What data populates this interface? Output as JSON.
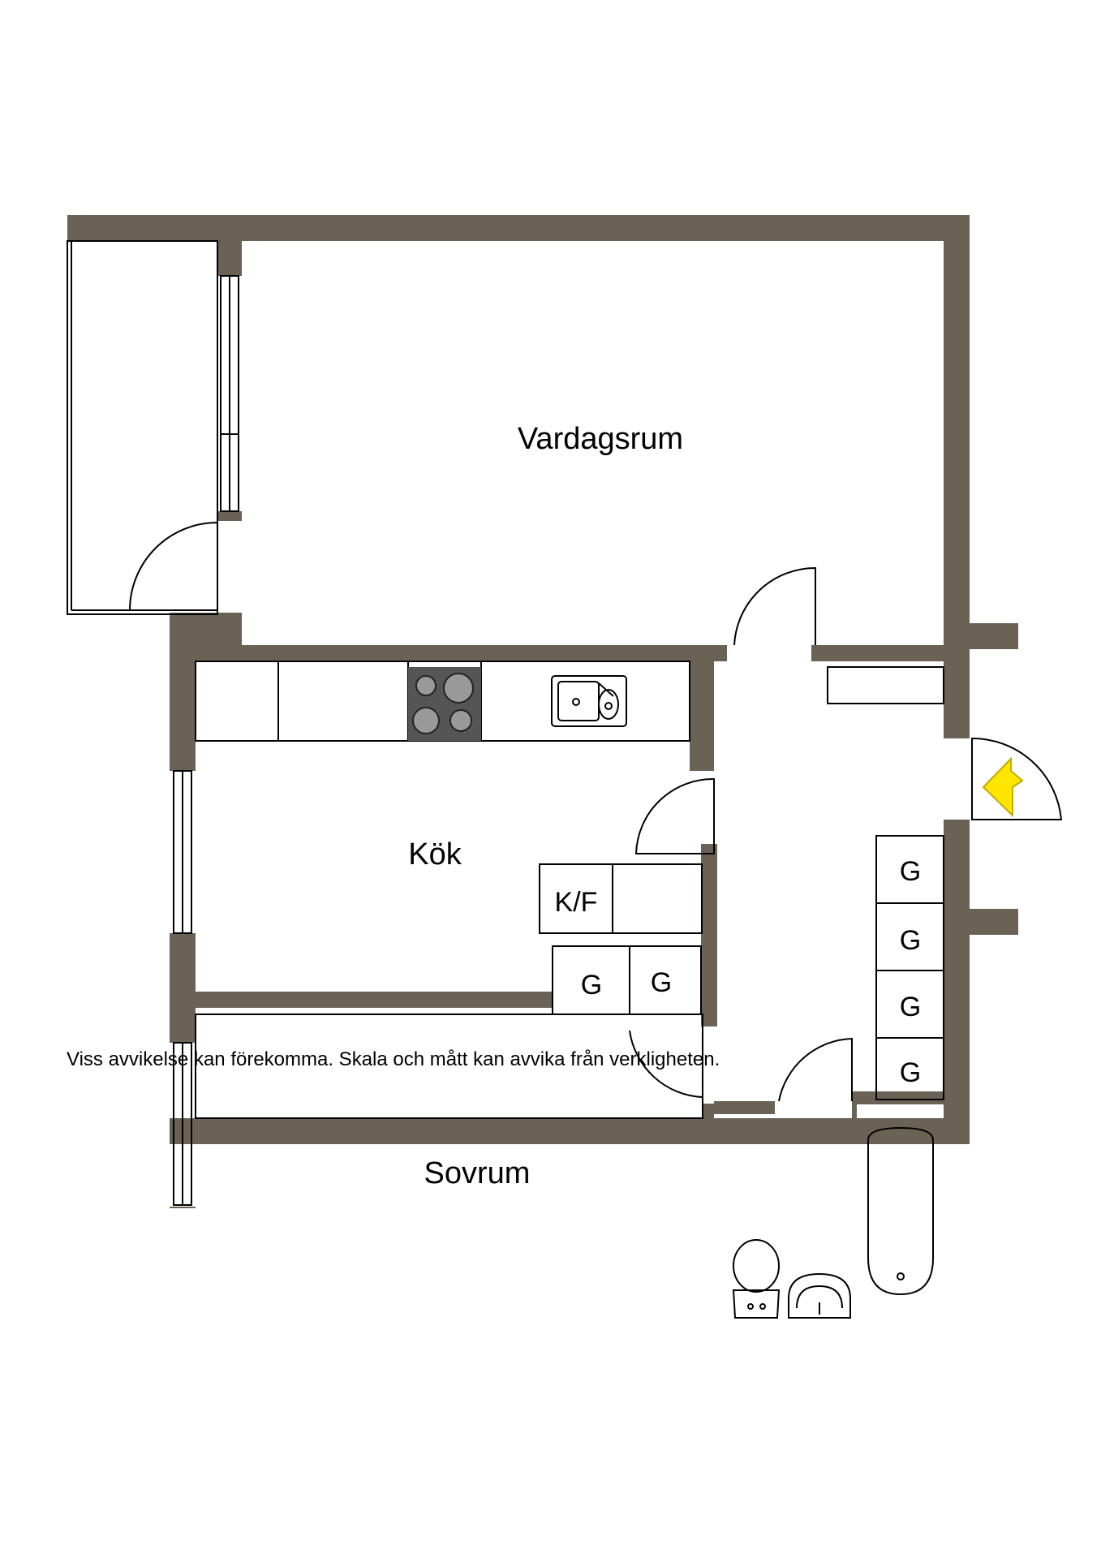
{
  "rooms": {
    "living_room": "Vardagsrum",
    "kitchen": "Kök",
    "bedroom": "Sovrum"
  },
  "fixtures": {
    "fridge_freezer": "K/F",
    "wardrobe": "G"
  },
  "disclaimer": "Viss avvikelse kan förekomma. Skala och mått kan avvika från verkligheten.",
  "colors": {
    "wall": "#6b6256",
    "entrance_arrow": "#ffe600",
    "stove": "#555555"
  },
  "icons": [
    "entrance-arrow-icon",
    "stove-icon",
    "sink-icon",
    "toilet-icon",
    "washbasin-icon",
    "bathtub-icon"
  ]
}
